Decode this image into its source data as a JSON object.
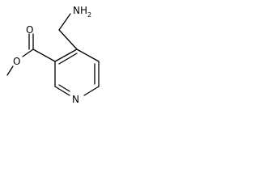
{
  "structure": {
    "atoms": {
      "amine_n": "NH",
      "amine_h_count": "2",
      "carbonyl_o": "O",
      "ester_o": "O",
      "ring_n": "N"
    },
    "colors": {
      "bond": "#000000",
      "label": "#000000",
      "background": "#ffffff"
    }
  }
}
